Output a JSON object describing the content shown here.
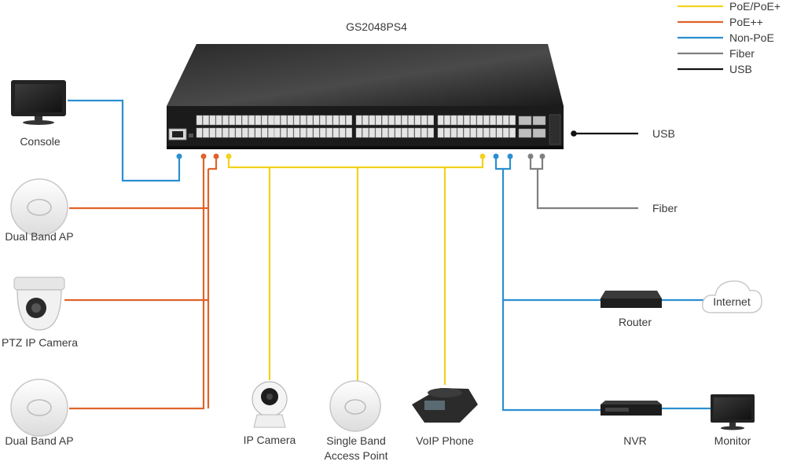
{
  "switch": {
    "model": "GS2048PS4"
  },
  "legend": [
    {
      "key": "poe",
      "label": "PoE/PoE+",
      "color": "#f2d21b"
    },
    {
      "key": "poepp",
      "label": "PoE++",
      "color": "#e0632a"
    },
    {
      "key": "nonpoe",
      "label": "Non-PoE",
      "color": "#2b8fd0"
    },
    {
      "key": "fiber",
      "label": "Fiber",
      "color": "#808080"
    },
    {
      "key": "usb",
      "label": "USB",
      "color": "#111111"
    }
  ],
  "devices": {
    "console": "Console",
    "ap_top": "Dual Band AP",
    "ptz": "PTZ IP Camera",
    "ap_bottom": "Dual Band AP",
    "ip_camera": "IP Camera",
    "single_band_ap": [
      "Single Band",
      "Access Point"
    ],
    "voip": "VoIP Phone",
    "nvr": "NVR",
    "monitor": "Monitor",
    "router": "Router",
    "internet": "Internet",
    "usb": "USB",
    "fiber": "Fiber"
  }
}
